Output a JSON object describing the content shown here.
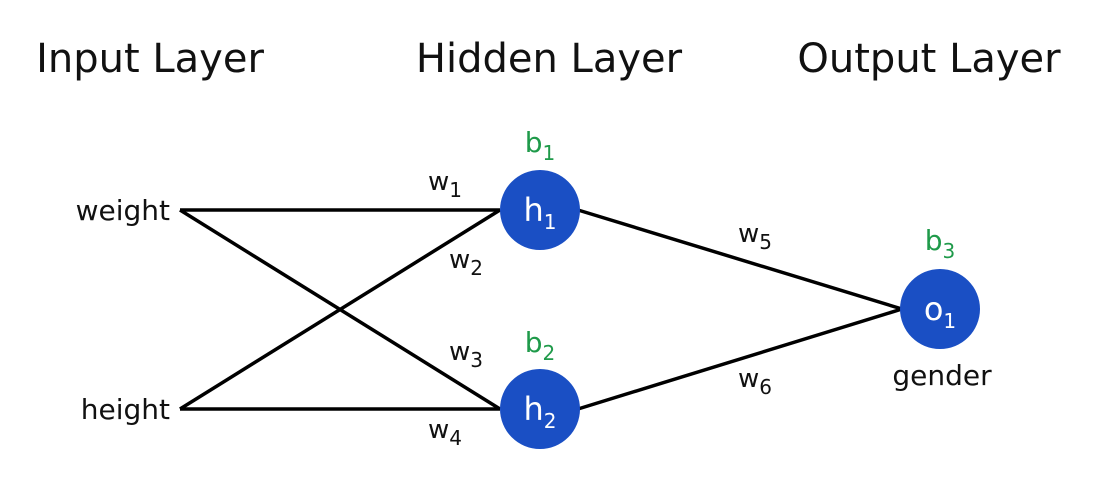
{
  "colors": {
    "node_fill": "#1a4fc4",
    "bias": "#1f9a4a",
    "edge": "#000000",
    "text": "#111111"
  },
  "layers": {
    "input_title": "Input Layer",
    "hidden_title": "Hidden Layer",
    "output_title": "Output Layer"
  },
  "inputs": [
    {
      "id": "weight",
      "label": "weight"
    },
    {
      "id": "height",
      "label": "height"
    }
  ],
  "nodes": [
    {
      "id": "h1",
      "main": "h",
      "sub": "1",
      "bias_main": "b",
      "bias_sub": "1"
    },
    {
      "id": "h2",
      "main": "h",
      "sub": "2",
      "bias_main": "b",
      "bias_sub": "2"
    },
    {
      "id": "o1",
      "main": "o",
      "sub": "1",
      "bias_main": "b",
      "bias_sub": "3",
      "caption": "gender"
    }
  ],
  "weights": [
    {
      "id": "w1",
      "main": "w",
      "sub": "1",
      "from": "weight",
      "to": "h1"
    },
    {
      "id": "w2",
      "main": "w",
      "sub": "2",
      "from": "height",
      "to": "h1"
    },
    {
      "id": "w3",
      "main": "w",
      "sub": "3",
      "from": "weight",
      "to": "h2"
    },
    {
      "id": "w4",
      "main": "w",
      "sub": "4",
      "from": "height",
      "to": "h2"
    },
    {
      "id": "w5",
      "main": "w",
      "sub": "5",
      "from": "h1",
      "to": "o1"
    },
    {
      "id": "w6",
      "main": "w",
      "sub": "6",
      "from": "h2",
      "to": "o1"
    }
  ]
}
